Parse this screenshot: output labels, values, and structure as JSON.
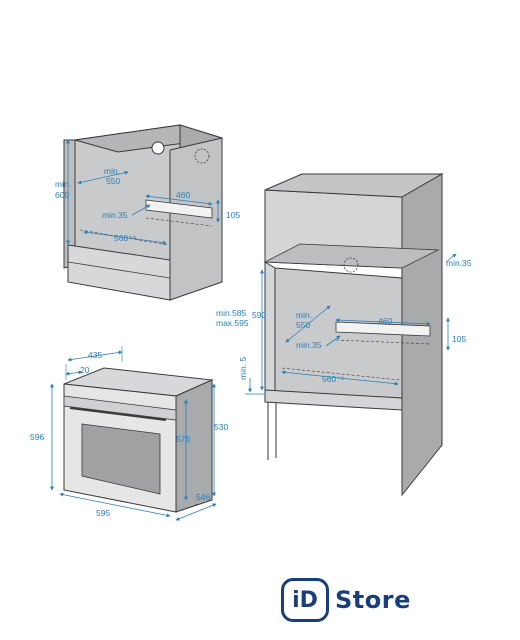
{
  "colors": {
    "outline": "#3a3a3a",
    "panel_fill": "#c9cacb",
    "panel_dark": "#a9aaac",
    "dimension": "#2a7fb8",
    "logo": "#1a3d7c"
  },
  "cabinet_under_counter": {
    "labels": {
      "min600": [
        "min.",
        "600"
      ],
      "min550": [
        "min.",
        "550"
      ],
      "w460": "460",
      "h105": "105",
      "min35": "min.35",
      "w560": "560⁺⁸"
    }
  },
  "cabinet_tall": {
    "labels": {
      "min35_right": "min.35",
      "min585": "min.585",
      "max595": "max.595",
      "h590": "590",
      "min550": [
        "min.",
        "550"
      ],
      "w460": "460",
      "h105": "105",
      "min35": "min.35",
      "min5": "min. 5",
      "w560": "560⁺⁸"
    }
  },
  "oven": {
    "labels": {
      "d435": "435",
      "d20": "20",
      "h596": "596",
      "h576": "576",
      "h530": "530",
      "w595": "595",
      "d546": "546"
    }
  },
  "brand": {
    "badge_i": "i",
    "badge_d": "D",
    "word": "Store"
  }
}
